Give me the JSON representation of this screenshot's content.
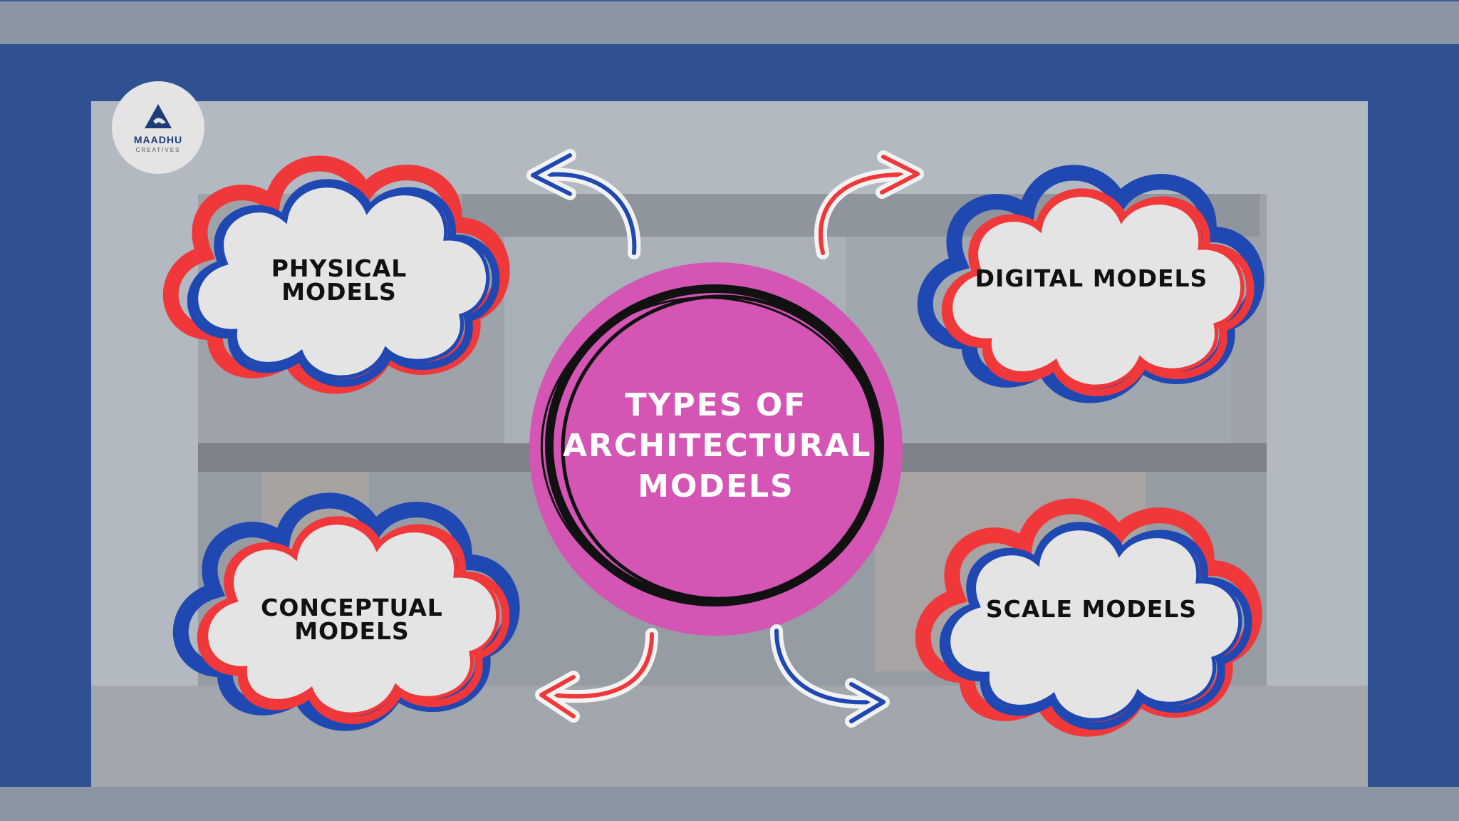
{
  "logo": {
    "name": "MAADHU",
    "sub": "CREATIVES"
  },
  "center": {
    "title": "Types of Architectural Models"
  },
  "nodes": {
    "physical": "Physical Models",
    "digital": "Digital Models",
    "conceptual": "Conceptual Models",
    "scale": "Scale Models"
  },
  "colors": {
    "frame": "#2f5191",
    "center_fill": "#d455b4",
    "cloud_red": "#f0383a",
    "cloud_blue": "#1f48b3",
    "cloud_fill": "#e4e4e4"
  }
}
